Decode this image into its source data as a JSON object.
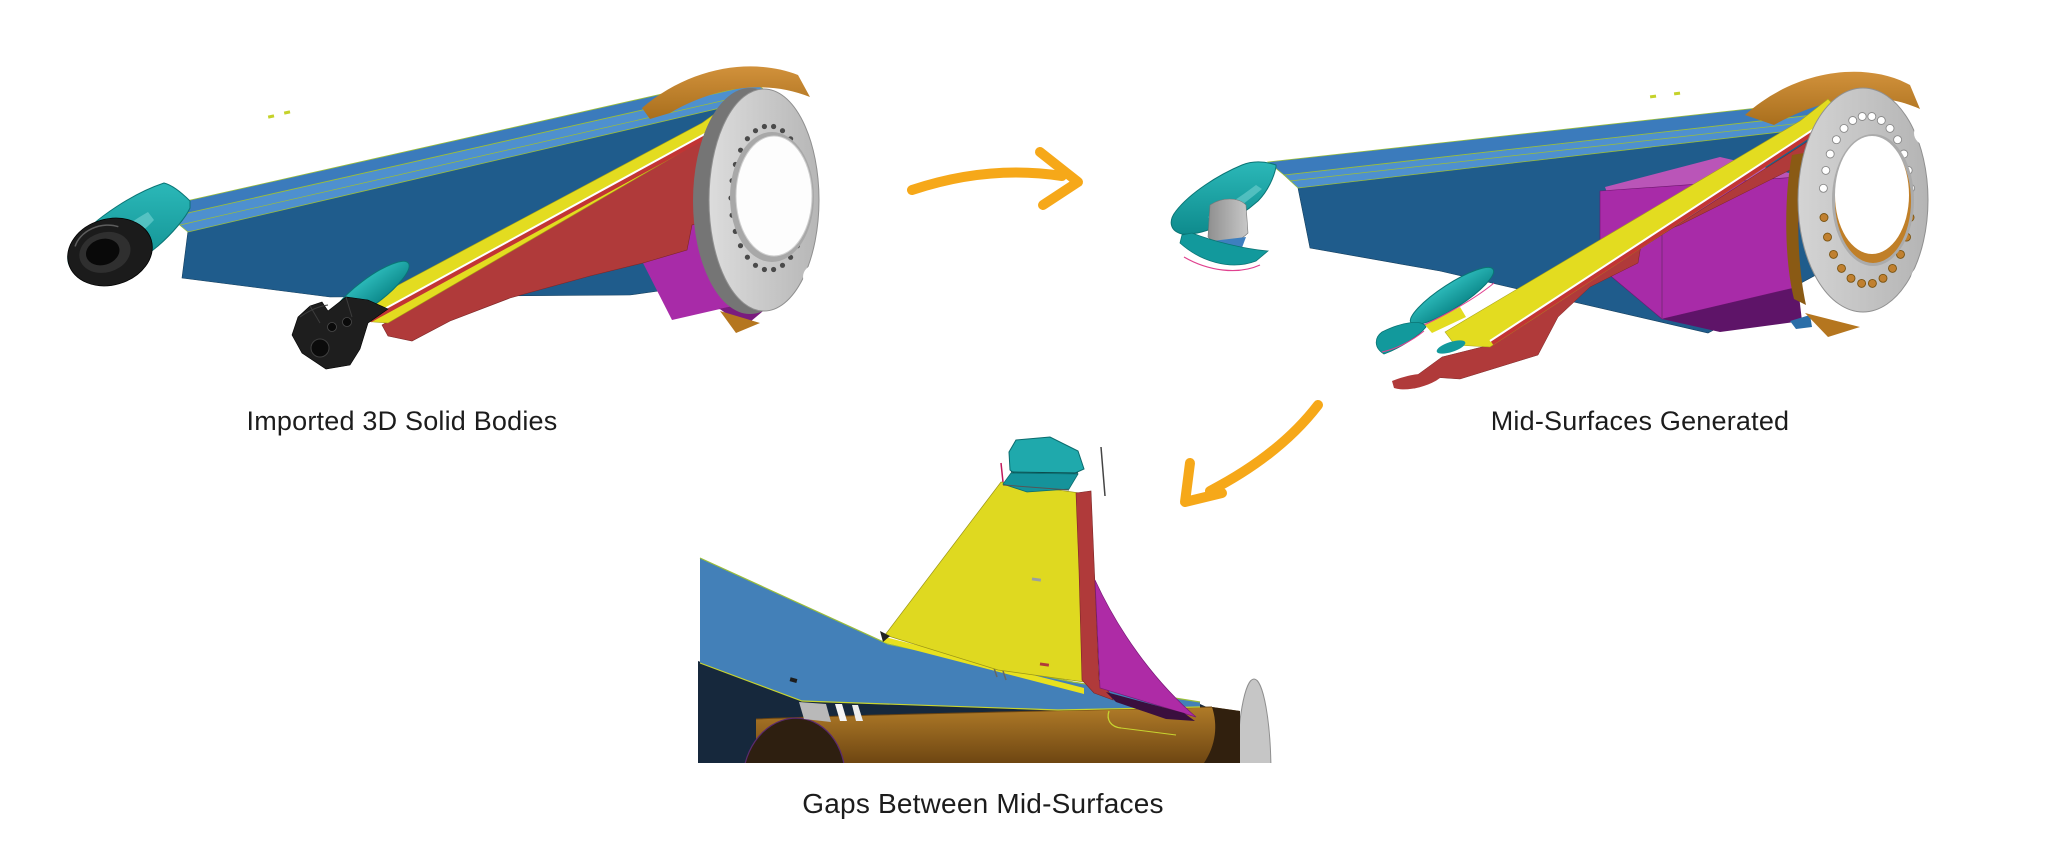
{
  "panels": [
    {
      "id": "imported-solid-bodies",
      "caption": "Imported 3D Solid Bodies"
    },
    {
      "id": "mid-surfaces-generated",
      "caption": "Mid-Surfaces Generated"
    },
    {
      "id": "gaps-between-mid-surfaces",
      "caption": "Gaps Between Mid-Surfaces"
    }
  ],
  "arrows": [
    {
      "name": "arrow-solid-to-midsurfaces",
      "direction": "right",
      "color": "#F6A819"
    },
    {
      "name": "arrow-midsurfaces-to-gaps",
      "direction": "down-left",
      "color": "#F6A819"
    }
  ],
  "palette": {
    "background": "#FFFFFF",
    "caption_text": "#1C1C1C",
    "arrow_orange": "#F6A819",
    "beam_top_blue": "#3B7BBC",
    "beam_side_blue": "#4E90CF",
    "beam_web_blue": "#1F5C8C",
    "lug_teal": "#17A3A6",
    "spar_yellow": "#E3DC20",
    "web_red": "#B03A3A",
    "panel_magenta": "#A82BA8",
    "panel_magenta_light": "#BA55B8",
    "panel_purple_dark": "#5E1468",
    "cap_orange": "#C8862B",
    "flange_gray": "#C9C9C9",
    "fitting_black": "#1D1D1D",
    "cylinder_brown": "#9A6A1E",
    "shadow_navy": "#16283C",
    "edge_green": "#9BBE3A",
    "edge_pink": "#E0418F"
  }
}
